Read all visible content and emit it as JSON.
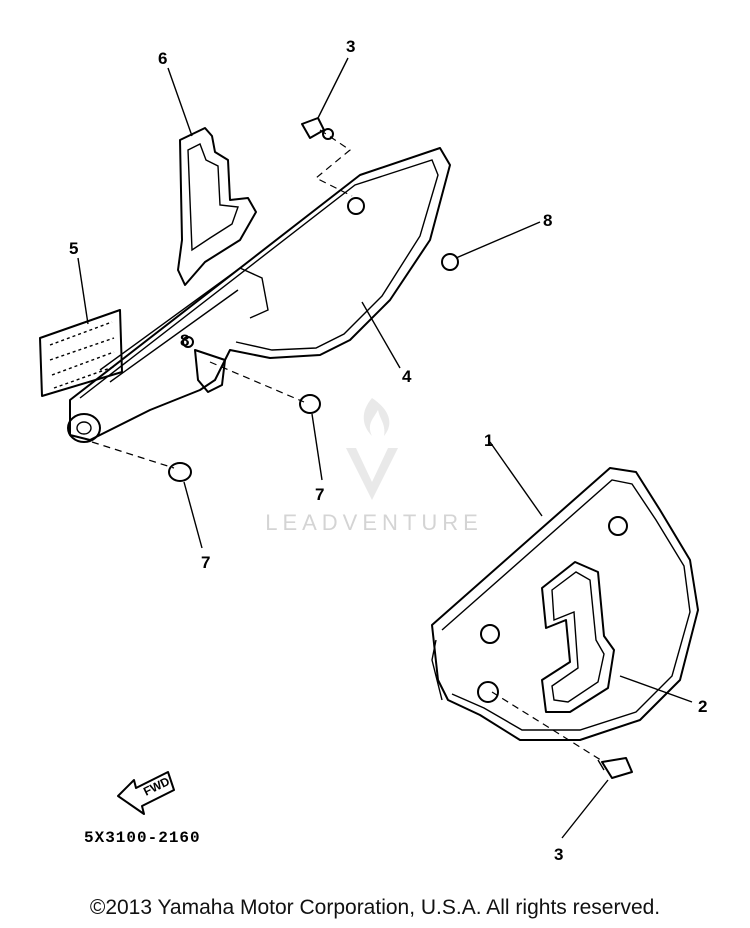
{
  "callouts": {
    "c1": "1",
    "c2": "2",
    "c3_top": "3",
    "c3_bottom": "3",
    "c4": "4",
    "c5": "5",
    "c6": "6",
    "c7_right": "7",
    "c7_left": "7",
    "c8_right": "8",
    "c8_left": "8"
  },
  "fwd_label": "FWD",
  "part_code": "5X3100-2160",
  "watermark": "LEADVENTURE",
  "copyright": "©2013 Yamaha Motor Corporation, U.S.A. All rights reserved."
}
